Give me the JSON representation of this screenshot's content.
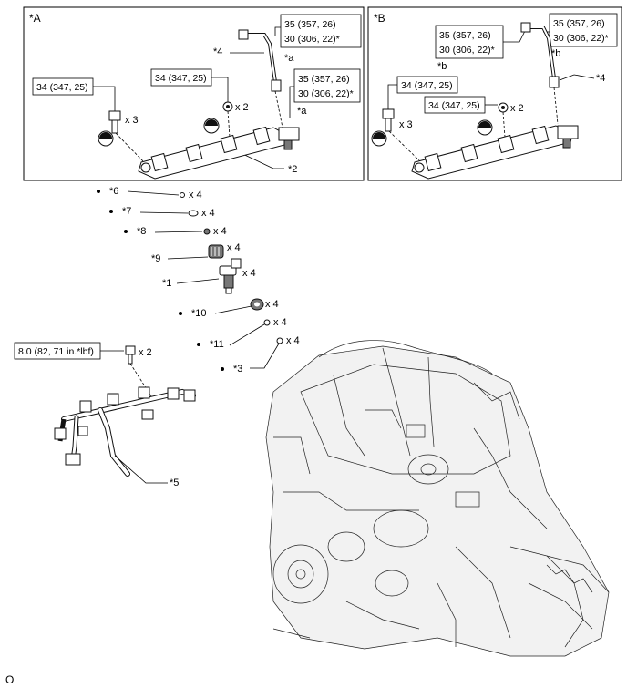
{
  "panel_a": {
    "title": "*A",
    "torque_top_1": "35 (357, 26)",
    "torque_top_2": "30 (306, 22)*",
    "torque_right_1": "35 (357, 26)",
    "torque_right_2": "30 (306, 22)*",
    "torque_left": "34 (347, 25)",
    "torque_mid": "34 (347, 25)",
    "callout_4": "*4",
    "callout_a1": "*a",
    "callout_a2": "*a",
    "callout_2": "*2",
    "qty_left": "x 3",
    "qty_mid": "x 2"
  },
  "panel_b": {
    "title": "*B",
    "torque_top_1": "35 (357, 26)",
    "torque_top_2": "30 (306, 22)*",
    "torque_top2_1": "35 (357, 26)",
    "torque_top2_2": "30 (306, 22)*",
    "torque_left": "34 (347, 25)",
    "torque_mid": "34 (347, 25)",
    "callout_b1": "*b",
    "callout_b2": "*b",
    "callout_4": "*4",
    "qty_left": "x 3",
    "qty_mid": "x 2"
  },
  "parts": [
    {
      "callout": "*6",
      "qty": "x 4"
    },
    {
      "callout": "*7",
      "qty": "x 4"
    },
    {
      "callout": "*8",
      "qty": "x 4"
    },
    {
      "callout": "*9",
      "qty": "x 4"
    },
    {
      "callout": "*1",
      "qty": "x 4"
    },
    {
      "callout": "*10",
      "qty": "x 4"
    },
    {
      "callout": "*11",
      "qty": "x 4"
    },
    {
      "callout": "*3",
      "qty": "x 4"
    }
  ],
  "harness": {
    "torque": "8.0 (82, 71 in.*lbf)",
    "qty": "x 2",
    "callout": "*5"
  },
  "footer_id": "O",
  "icons": [
    "bolt-icon",
    "non-reusable-dot-icon",
    "torque-wrench-icon"
  ]
}
